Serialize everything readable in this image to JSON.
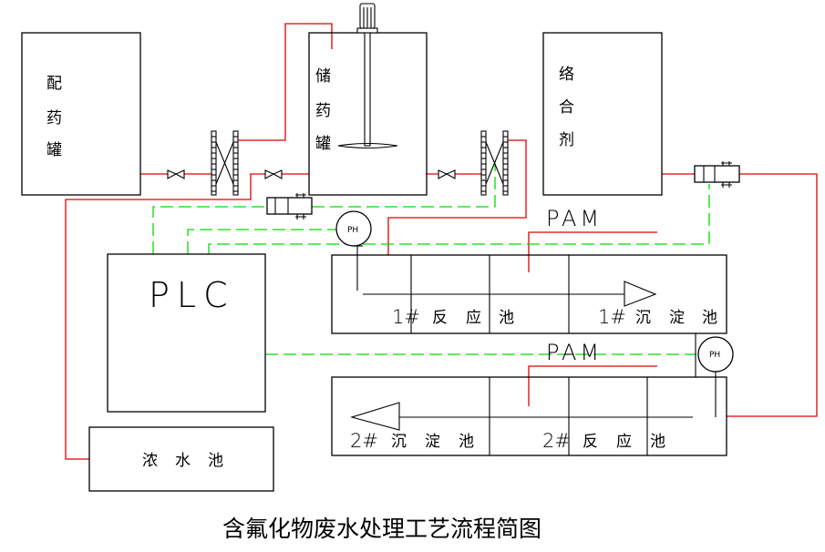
{
  "diagram": {
    "title": "含氟化物废水处理工艺流程简图",
    "tanks": {
      "dosing_tank": [
        "配",
        "药",
        "罐"
      ],
      "storage_tank": [
        "储",
        "药",
        "罐"
      ],
      "complexing_agent": [
        "络",
        "合",
        "剂"
      ]
    },
    "plc_label": "PLC",
    "pam_label_1": "PAM",
    "pam_label_2": "PAM",
    "ph_sensor_1": "PH",
    "ph_sensor_2": "PH",
    "pool_1": {
      "reaction": [
        "1#",
        "反",
        "应",
        "池"
      ],
      "sedimentation": [
        "1#",
        "沉",
        "淀",
        "池"
      ]
    },
    "pool_2": {
      "reaction": [
        "2#",
        "反",
        "应",
        "池"
      ],
      "sedimentation": [
        "2#",
        "沉",
        "淀",
        "池"
      ]
    },
    "sludge_pool": [
      "浓",
      "水",
      "池"
    ],
    "legend_colors": {
      "pipe": "#e00000",
      "signal": "#00dd00",
      "outline": "#000000"
    }
  }
}
